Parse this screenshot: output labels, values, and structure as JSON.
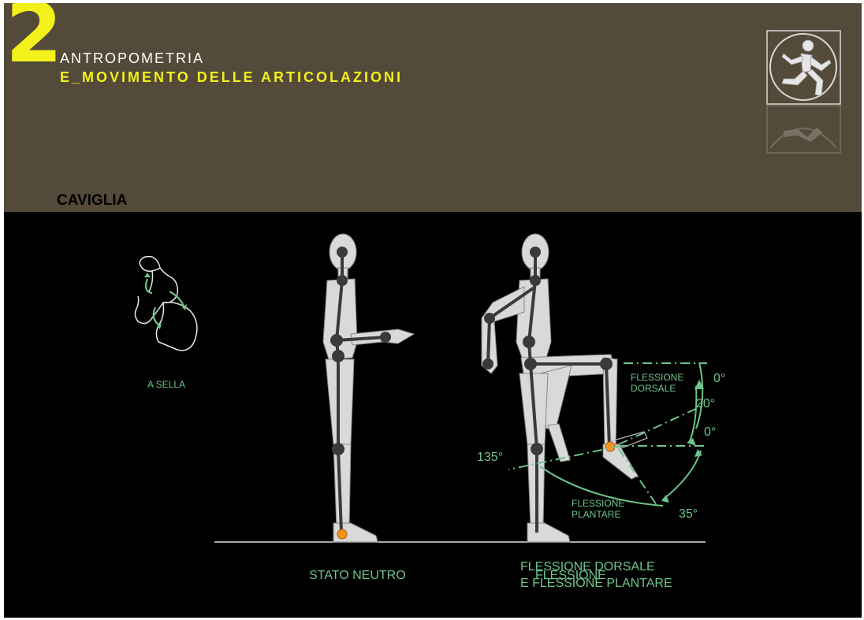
{
  "header": {
    "number": "2",
    "title": "ANTROPOMETRIA",
    "subtitle": "E_MOVIMENTO DELLE ARTICOLAZIONI"
  },
  "topic": "CAVIGLIA",
  "joint_diagram": {
    "label": "A SELLA"
  },
  "captions": {
    "neutral": "STATO NEUTRO",
    "motion_line1": "FLESSIONE DORSALE",
    "motion_overlap": "FLESSIONE",
    "motion_line2": "E FLESSIONE PLANTARE"
  },
  "annotations": {
    "dorsal_label_line1": "FLESSIONE",
    "dorsal_label_line2": "DORSALE",
    "plantar_label_line1": "FLESSIONE",
    "plantar_label_line2": "PLANTARE",
    "angle_0_top": "0°",
    "angle_20": "20°",
    "angle_0_mid": "0°",
    "angle_135": "135°",
    "angle_35": "35°"
  },
  "colors": {
    "header_bg": "#534a39",
    "accent_yellow": "#f2f21a",
    "annotation_green": "#6ec48a",
    "joint_orange": "#f5921e",
    "body_fill": "#d9d9d9",
    "skeleton": "#3a3a3a"
  },
  "icons": [
    "running-man-logo-icon",
    "saddle-joint-icon"
  ]
}
